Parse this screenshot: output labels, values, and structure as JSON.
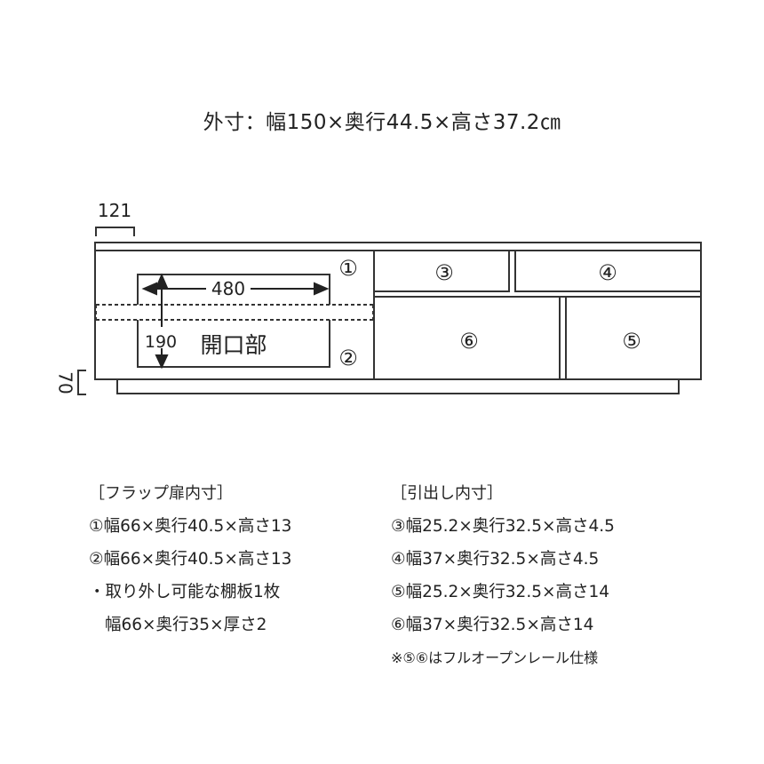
{
  "title": "外寸：幅150×奥行44.5×高さ37.2㎝",
  "diagram": {
    "top_thickness_label": "121",
    "plinth_height_label": "70",
    "opening_width_label": "480",
    "opening_height_label": "190",
    "opening_label": "開口部",
    "markers": {
      "m1": "①",
      "m2": "②",
      "m3": "③",
      "m4": "④",
      "m5": "⑤",
      "m6": "⑥"
    },
    "line_color": "#333333"
  },
  "flap": {
    "heading": "［フラップ扉内寸］",
    "items": [
      "①幅66×奥行40.5×高さ13",
      "②幅66×奥行40.5×高さ13",
      "・取り外し可能な棚板1枚",
      "幅66×奥行35×厚さ2"
    ]
  },
  "drawers": {
    "heading": "［引出し内寸］",
    "items": [
      "③幅25.2×奥行32.5×高さ4.5",
      "④幅37×奥行32.5×高さ4.5",
      "⑤幅25.2×奥行32.5×高さ14",
      "⑥幅37×奥行32.5×高さ14"
    ],
    "note": "※⑤⑥はフルオープンレール仕様"
  }
}
